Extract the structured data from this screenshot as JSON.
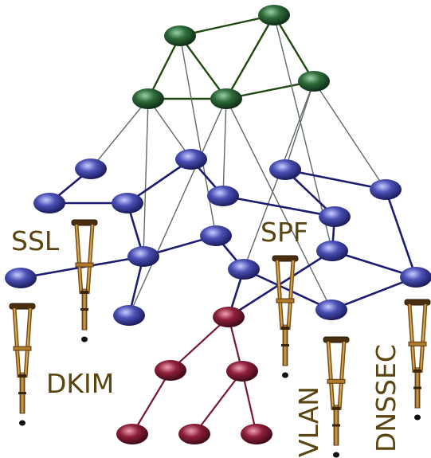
{
  "labels": {
    "ssl": "SSL",
    "spf": "SPF",
    "dkim": "DKIM",
    "vlan": "VLAN",
    "dnssec": "DNSSEC"
  },
  "colors": {
    "green_node": "#2e6b3a",
    "blue_node": "#4a4fb5",
    "red_node": "#8e1f3a",
    "green_edge": "#1e4a12",
    "blue_edge": "#1c1c72",
    "red_edge": "#7a1530",
    "grey_edge": "#5f6a66",
    "crutch": "#b07a2a",
    "text": "#5a4410"
  },
  "graph": {
    "node_groups": [
      "green",
      "blue",
      "red"
    ],
    "decorations": [
      "crutch-icon"
    ]
  }
}
